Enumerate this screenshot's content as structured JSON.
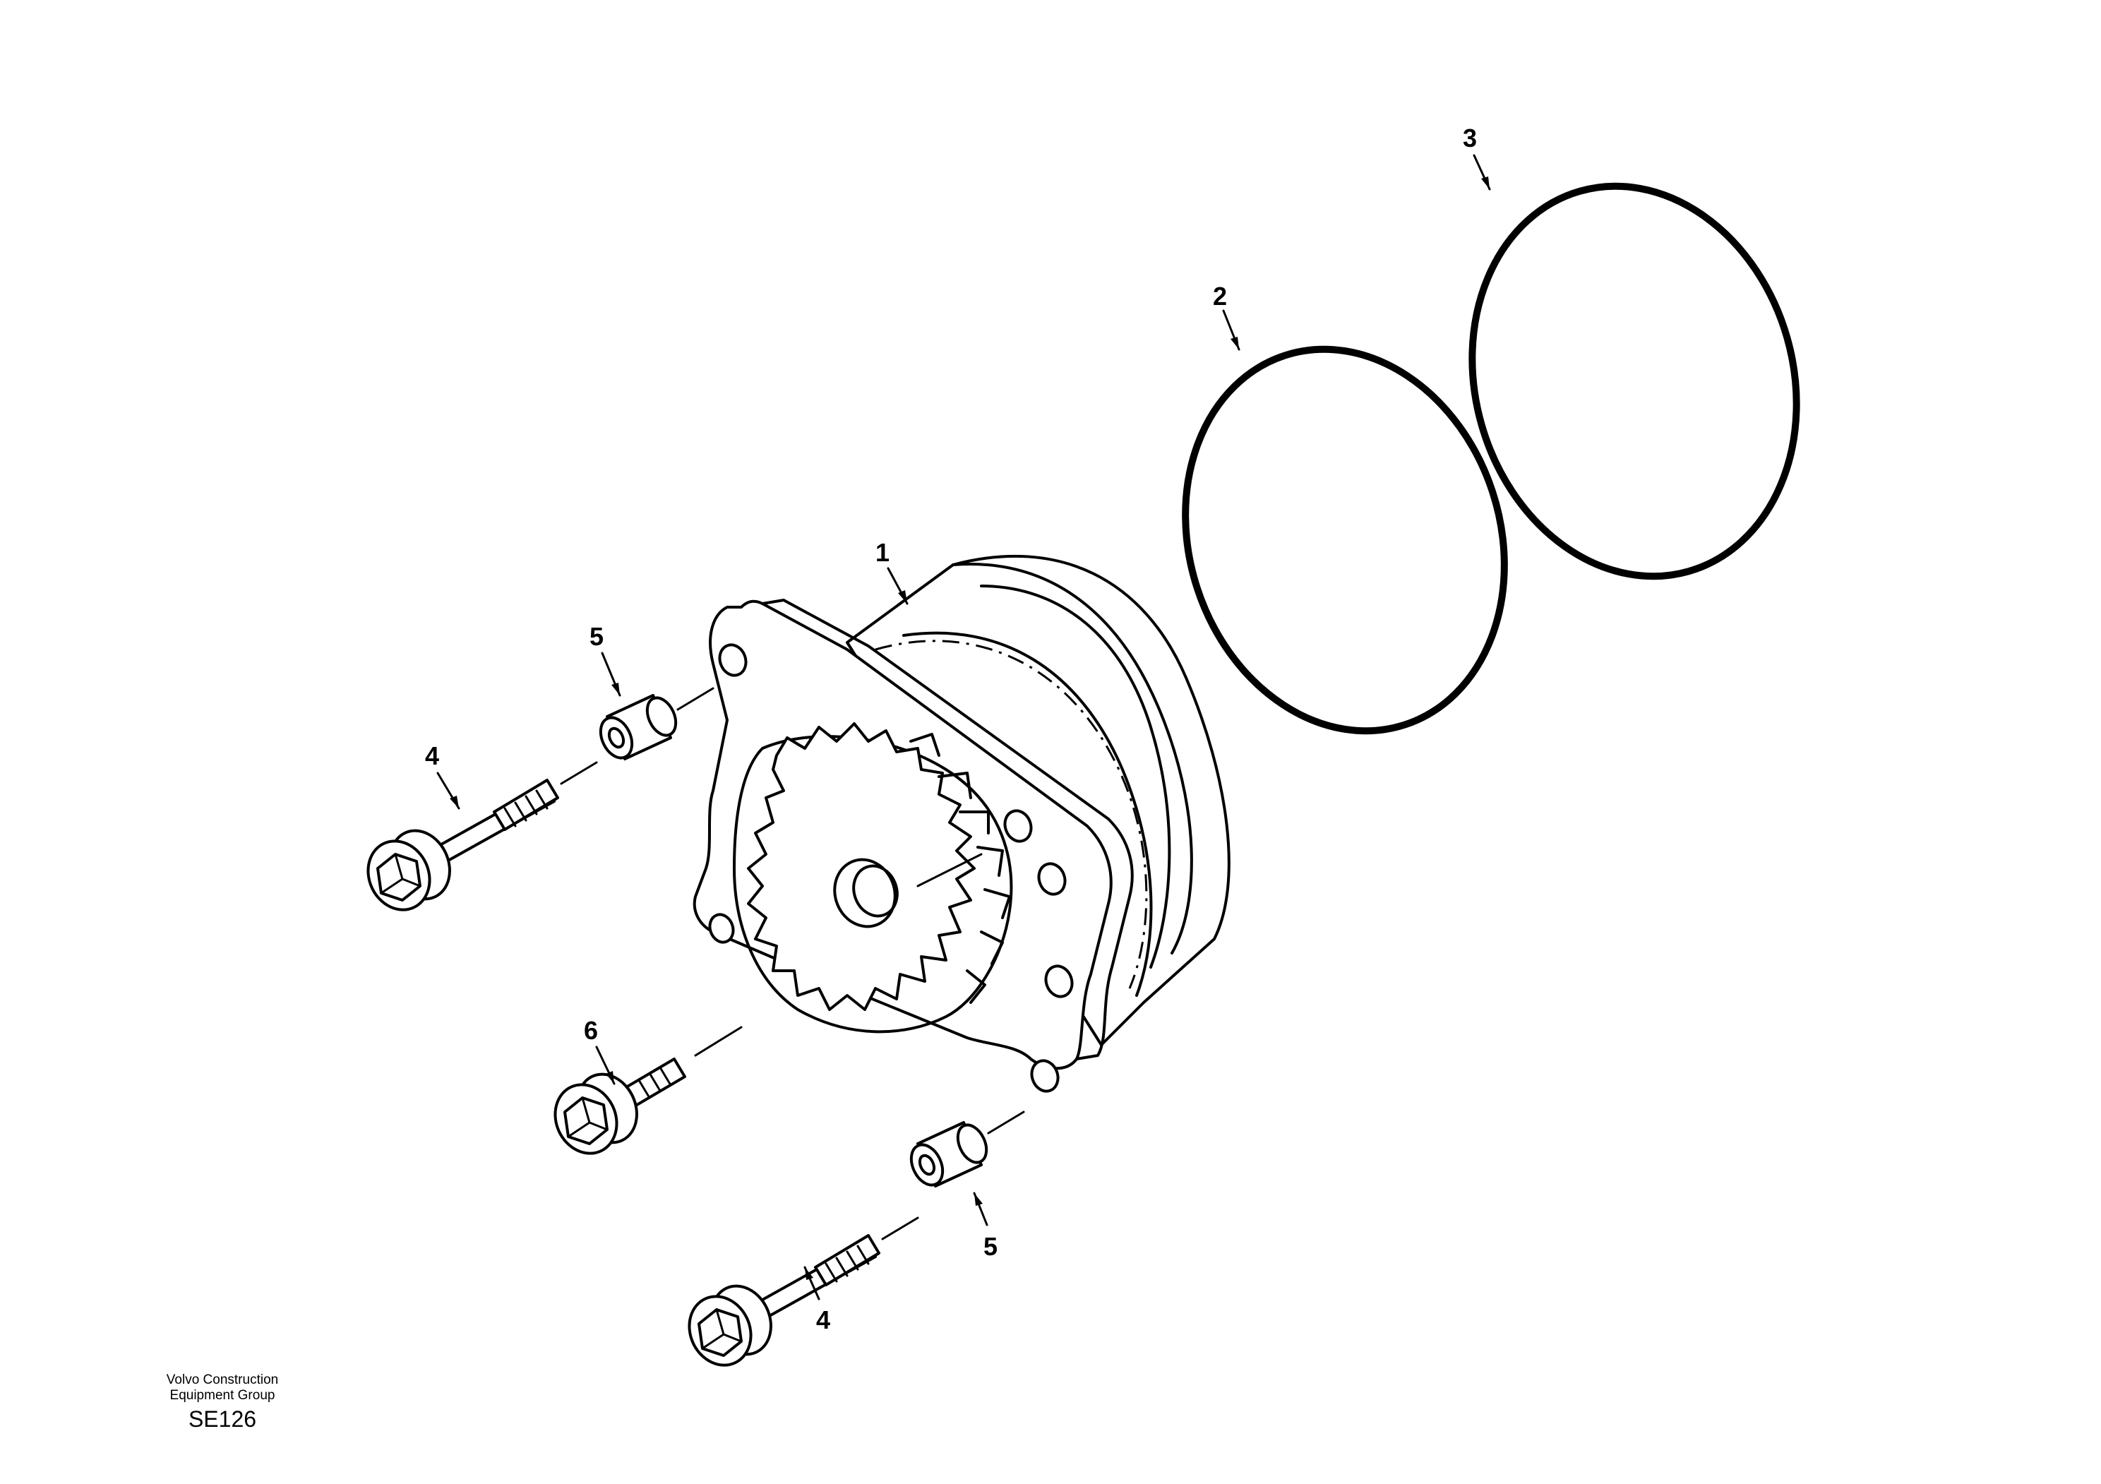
{
  "callouts": {
    "part_1": "1",
    "part_2": "2",
    "part_3": "3",
    "part_4_upper": "4",
    "part_4_lower": "4",
    "part_5_upper": "5",
    "part_5_lower": "5",
    "part_6": "6"
  },
  "footer": {
    "company_line1": "Volvo Construction",
    "company_line2": "Equipment Group",
    "drawing_code": "SE126"
  }
}
